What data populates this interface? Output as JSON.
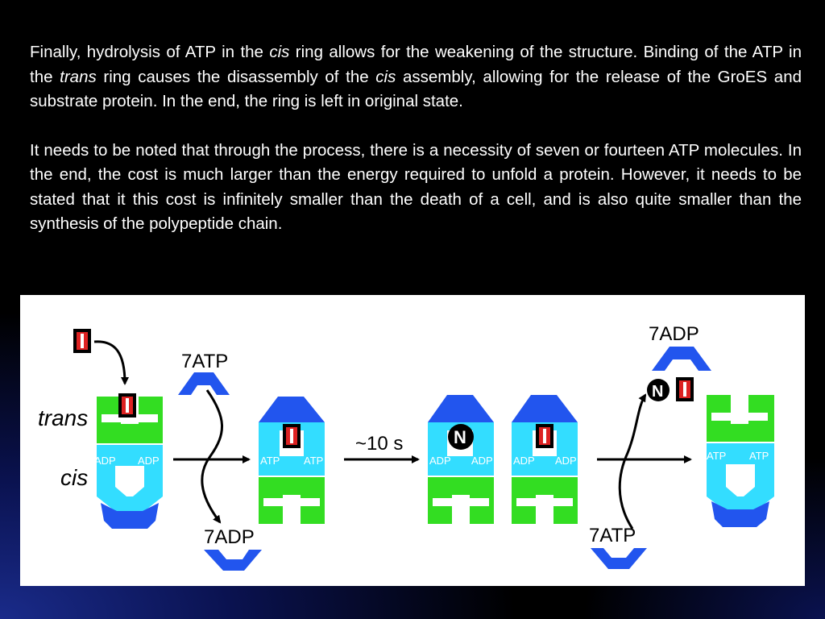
{
  "slide": {
    "paragraph1": {
      "s1": "Finally, hydrolysis of ATP in the ",
      "s1_em": "cis",
      "s2": " ring allows for the weakening of the structure. Binding of the ATP in the ",
      "s2_em": "trans",
      "s3": " ring causes the disassembly of the ",
      "s3_em": "cis",
      "s4": " assembly, allowing for the release of the GroES and substrate protein. In the end, the ring is left in original state."
    },
    "paragraph2": "It needs to be noted that through the process, there is a necessity of seven or fourteen ATP molecules. In the end, the cost is much larger than the energy required to unfold a protein. However, it needs to be stated that it this cost is infinitely smaller than the death of a cell, and is also quite smaller than the synthesis of the polypeptide chain."
  },
  "diagram": {
    "label_trans": "trans",
    "label_cis": "cis",
    "label_7atp_in": "7ATP",
    "label_7adp_out": "7ADP",
    "label_time": "~10 s",
    "label_7adp_top": "7ADP",
    "label_7atp_bottom": "7ATP",
    "label_n": "N",
    "label_adp": "ADP",
    "label_atp": "ATP",
    "colors": {
      "green": "#33dd22",
      "cyan": "#33ddff",
      "blue": "#2255ee",
      "red": "#dd2222",
      "black": "#000000"
    }
  }
}
